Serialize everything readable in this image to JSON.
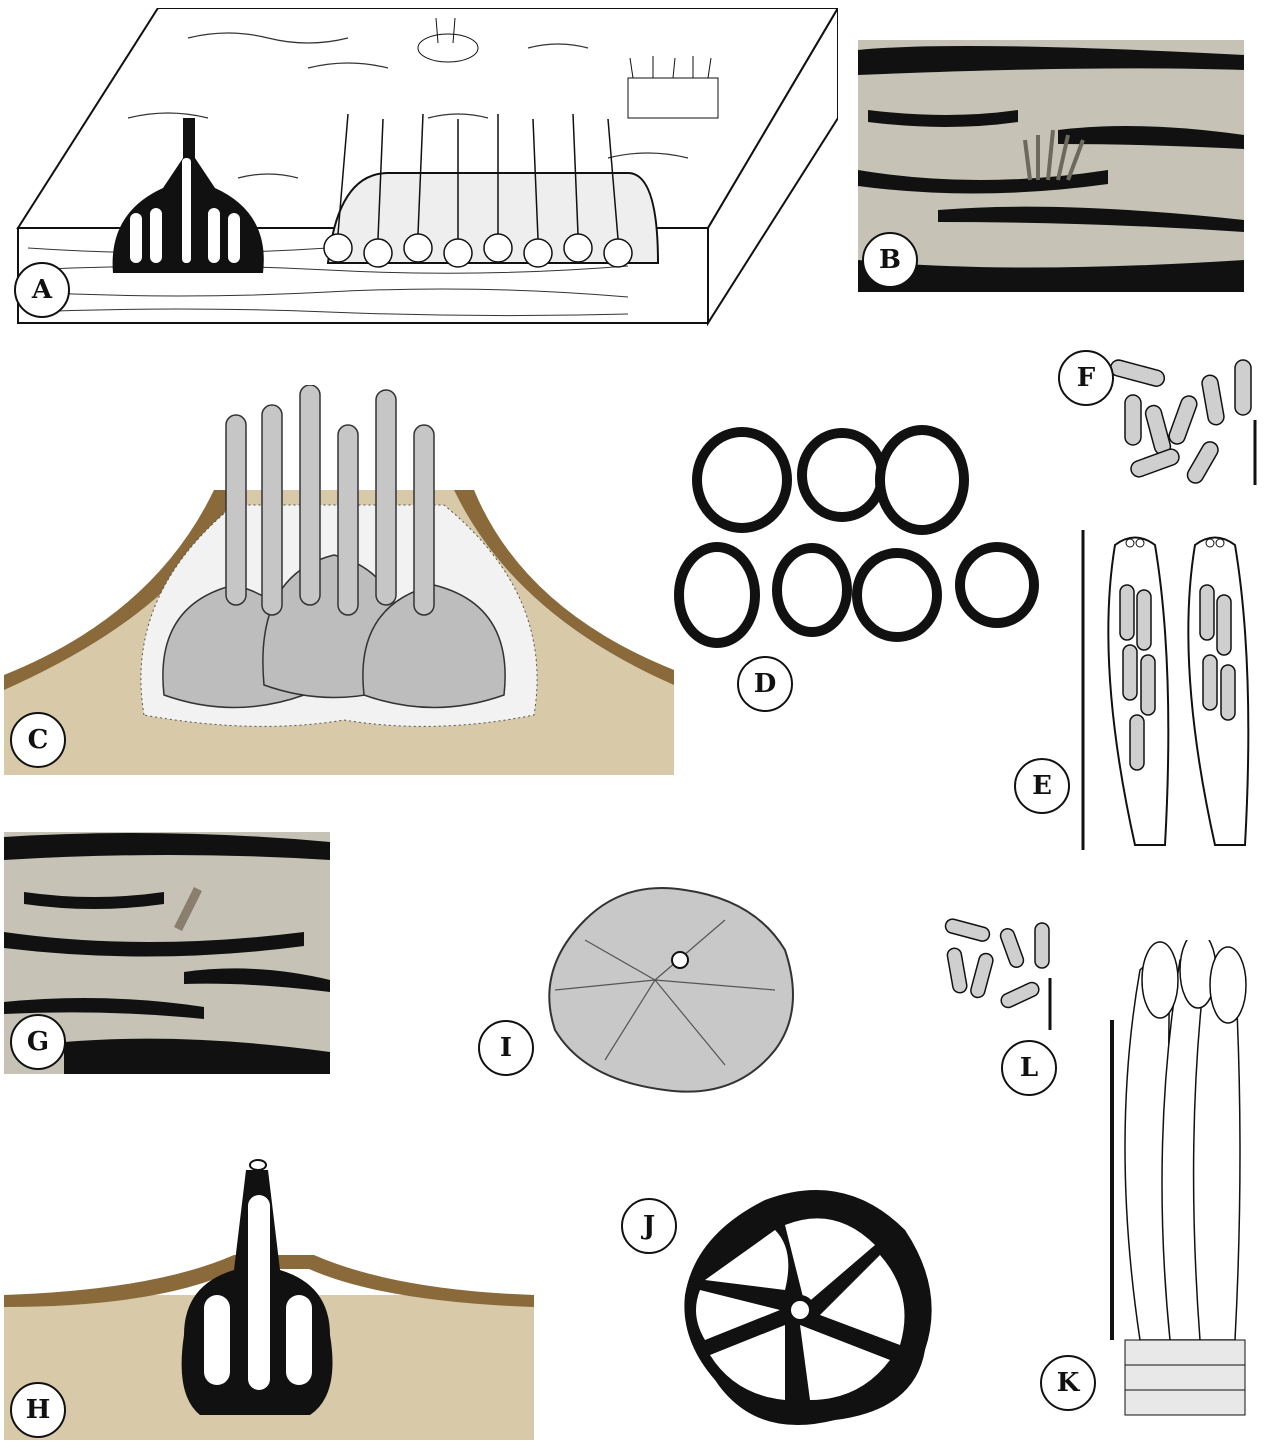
{
  "figure": {
    "labels": [
      "A",
      "B",
      "C",
      "D",
      "E",
      "F",
      "G",
      "H",
      "I",
      "J",
      "K",
      "L"
    ]
  },
  "colors": {
    "wood": "#d8c9a8",
    "bark": "#8a6a3a",
    "photo": "#c7c2b6",
    "ink": "#111111",
    "spore": "#cfcfcf"
  }
}
